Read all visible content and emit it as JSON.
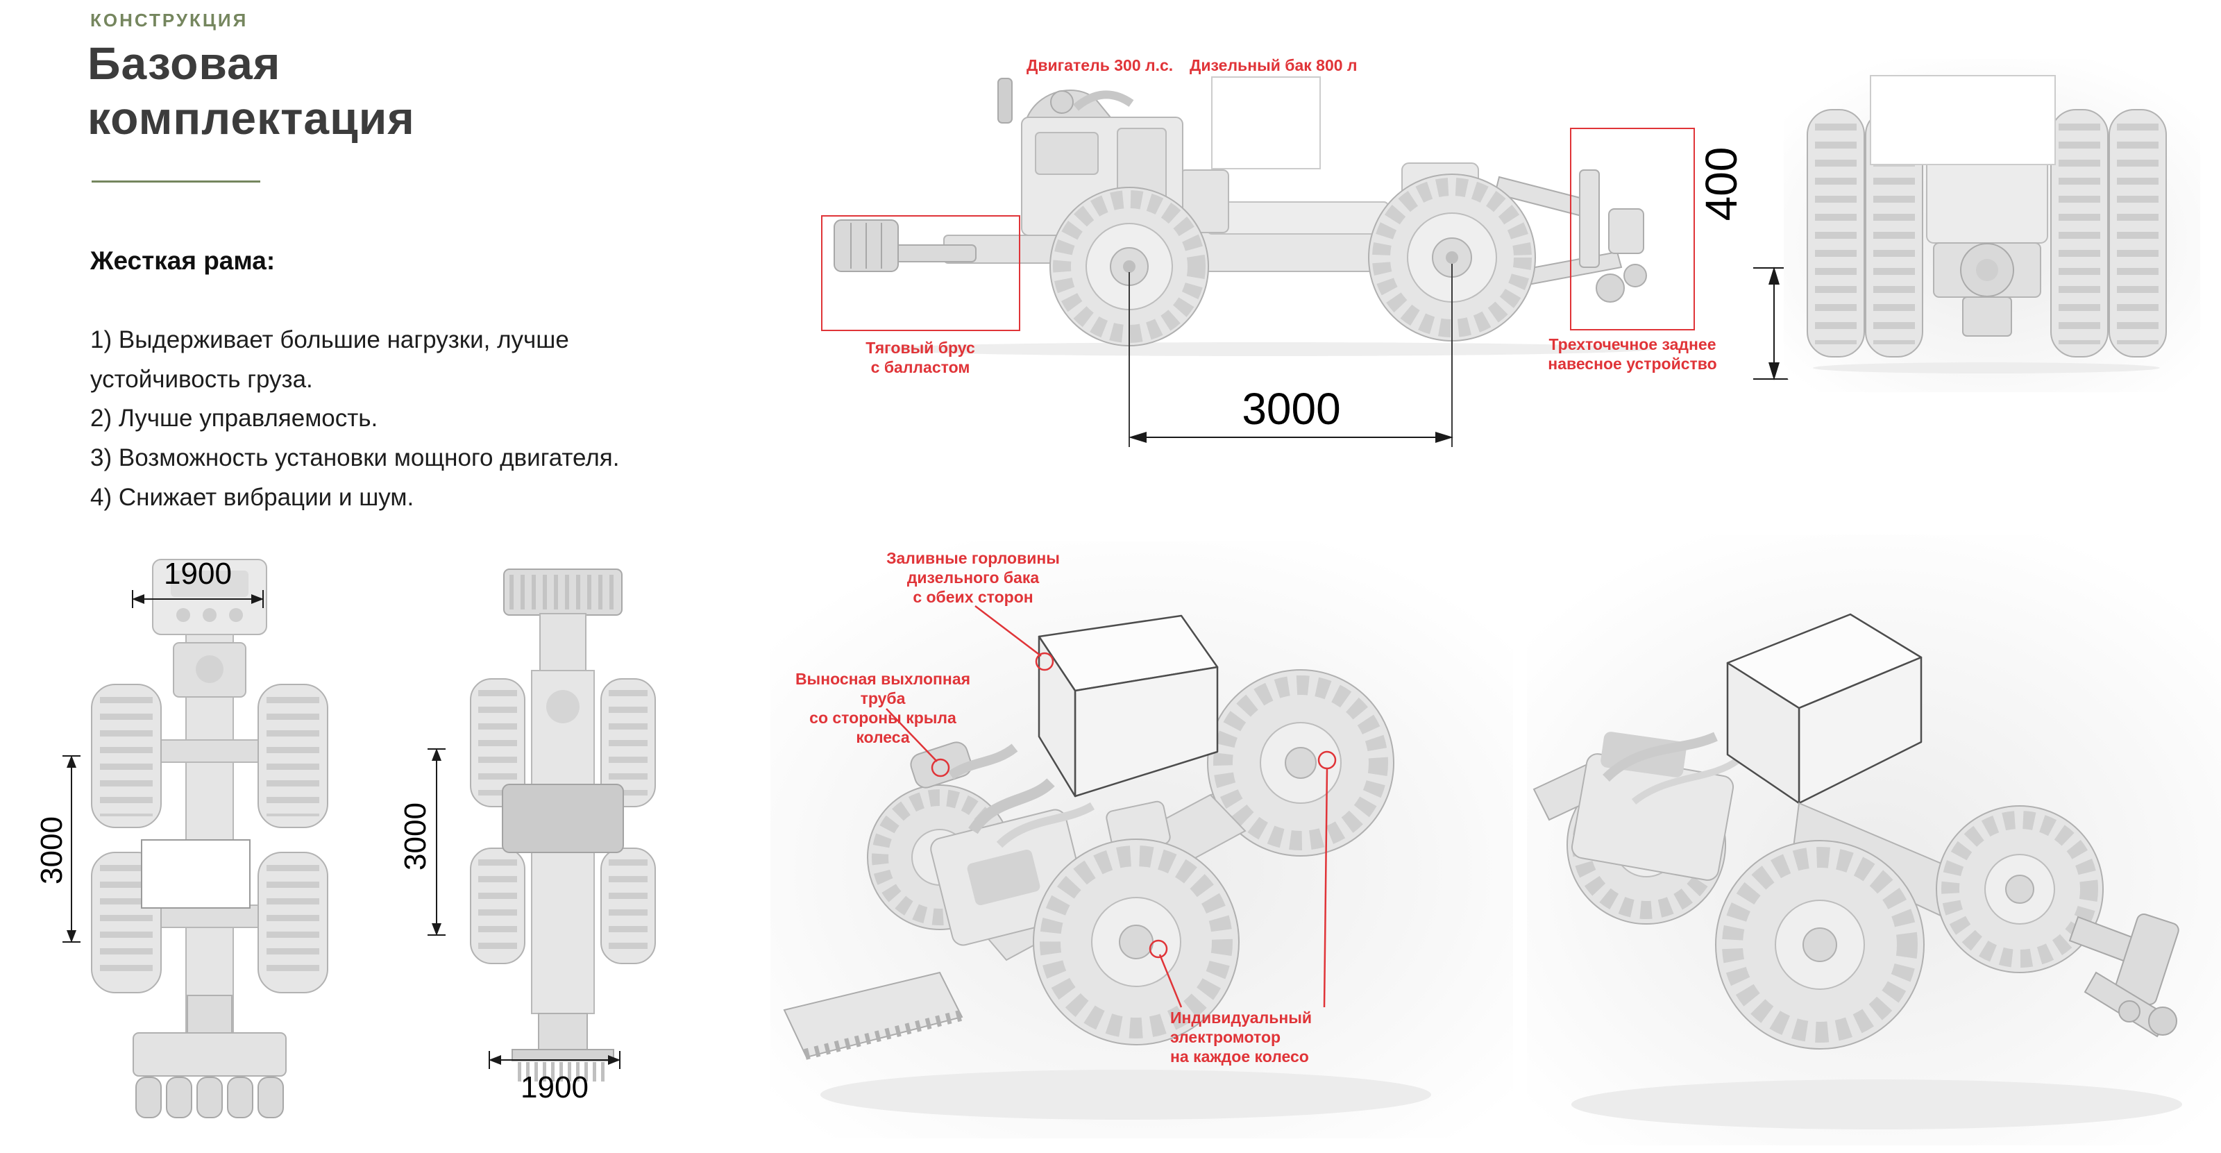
{
  "meta": {
    "eyebrow": "КОНСТРУКЦИЯ",
    "title": "Базовая\nкомплектация"
  },
  "intro": {
    "heading": "Жесткая рама:",
    "items": [
      "1) Выдерживает большие нагрузки, лучше устойчивость груза.",
      "2) Лучше управляемость.",
      "3) Возможность установки мощного двигателя.",
      "4) Снижает вибрации и шум."
    ]
  },
  "side_view": {
    "label_engine": "Двигатель 300 л.с.",
    "label_tank": "Дизельный бак 800 л",
    "label_drawbar": "Тяговый брус\nс балластом",
    "label_hitch": "Трехточечное заднее\nнавесное устройство",
    "dim_wheelbase": "3000",
    "dim_clearance": "400"
  },
  "top_view": {
    "dim_width": "1900",
    "dim_length": "3000"
  },
  "front_view": {
    "dim_length": "3000",
    "dim_width": "1900"
  },
  "iso_view": {
    "label_filler": "Заливные горловины\nдизельного бака\nс обеих сторон",
    "label_exhaust": "Выносная выхлопная труба\nсо стороны крыла колеса",
    "label_motor": "Индивидуальный электромотор\nна каждое колесо"
  },
  "colors": {
    "accent_green": "#75865e",
    "annotation_red": "#e03438"
  }
}
